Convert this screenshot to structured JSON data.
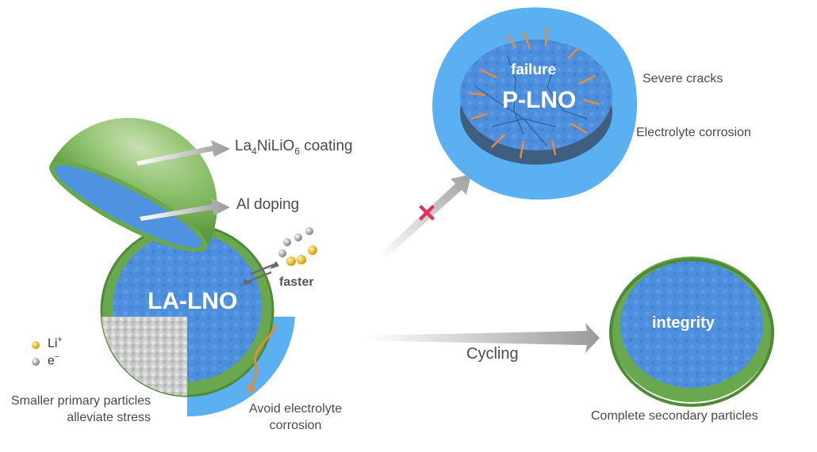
{
  "left": {
    "coating_label_parts": [
      "La",
      "4",
      "NiLiO",
      "6",
      " coating"
    ],
    "doping_label": "Al doping",
    "particle_label": "LA-LNO",
    "faster_label": "faster",
    "legend": [
      {
        "symbol": "Li",
        "sup": "+",
        "color": "#e8b200"
      },
      {
        "symbol": "e",
        "sup": "−",
        "color": "#a0a0a0"
      }
    ],
    "primary_particles_text": [
      "Smaller primary particles",
      "alleviate stress"
    ],
    "corrosion_text": [
      "Avoid electrolyte",
      "corrosion"
    ]
  },
  "middle": {
    "cycling_label": "Cycling",
    "cross_mark": "×"
  },
  "top_right": {
    "failure_label": "failure",
    "particle_label": "P-LNO",
    "severe_cracks": "Severe  cracks",
    "electrolyte_corrosion": "Electrolyte  corrosion"
  },
  "bottom_right": {
    "integrity_label": "integrity",
    "caption": "Complete secondary particles"
  },
  "colors": {
    "blue_core": "#4f93e0",
    "green_shell": "#6aa84f",
    "electrolyte": "#5ab0f0",
    "crack": "#ee8a3a",
    "arrow": "#a8a8a8",
    "cross": "#e0335a"
  }
}
